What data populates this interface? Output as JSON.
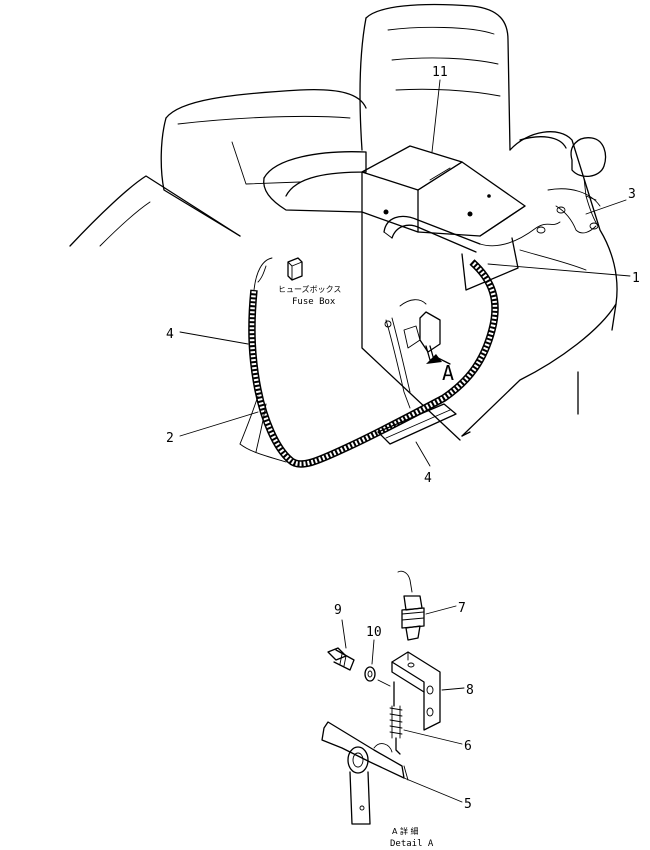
{
  "callouts": {
    "n1": "1",
    "n2": "2",
    "n3": "3",
    "n4_left": "4",
    "n4_bottom": "4",
    "n5": "5",
    "n6": "6",
    "n7": "7",
    "n8": "8",
    "n9": "9",
    "n10": "10",
    "n11": "11"
  },
  "fuse_box": {
    "jp": "ヒューズボックス",
    "en": "Fuse Box"
  },
  "view_marker": "A",
  "detail": {
    "jp": "A 詳 細",
    "en": "Detail A"
  }
}
